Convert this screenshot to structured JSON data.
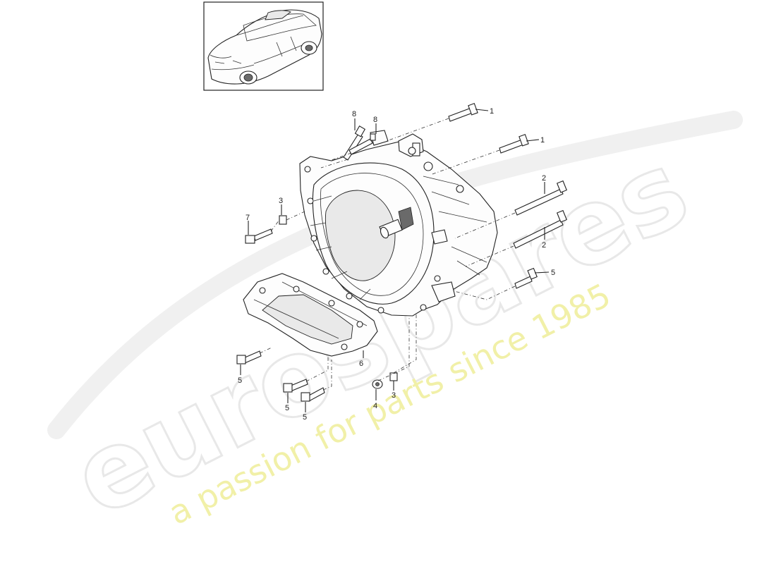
{
  "watermark": {
    "brand": "eurospares",
    "tagline": "a passion for parts since 1985",
    "brand_color": "#e8e8e8",
    "tagline_color": "#f1f0a8"
  },
  "vehicle_thumbnail": {
    "icon": "car-icon"
  },
  "callouts": [
    {
      "id": "c-1a",
      "label": "1"
    },
    {
      "id": "c-1b",
      "label": "1"
    },
    {
      "id": "c-2a",
      "label": "2"
    },
    {
      "id": "c-2b",
      "label": "2"
    },
    {
      "id": "c-3a",
      "label": "3"
    },
    {
      "id": "c-3b",
      "label": "3"
    },
    {
      "id": "c-4",
      "label": "4"
    },
    {
      "id": "c-5a",
      "label": "5"
    },
    {
      "id": "c-5b",
      "label": "5"
    },
    {
      "id": "c-5c",
      "label": "5"
    },
    {
      "id": "c-5d",
      "label": "5"
    },
    {
      "id": "c-6",
      "label": "6"
    },
    {
      "id": "c-7",
      "label": "7"
    },
    {
      "id": "c-8a",
      "label": "8"
    },
    {
      "id": "c-8b",
      "label": "8"
    }
  ]
}
